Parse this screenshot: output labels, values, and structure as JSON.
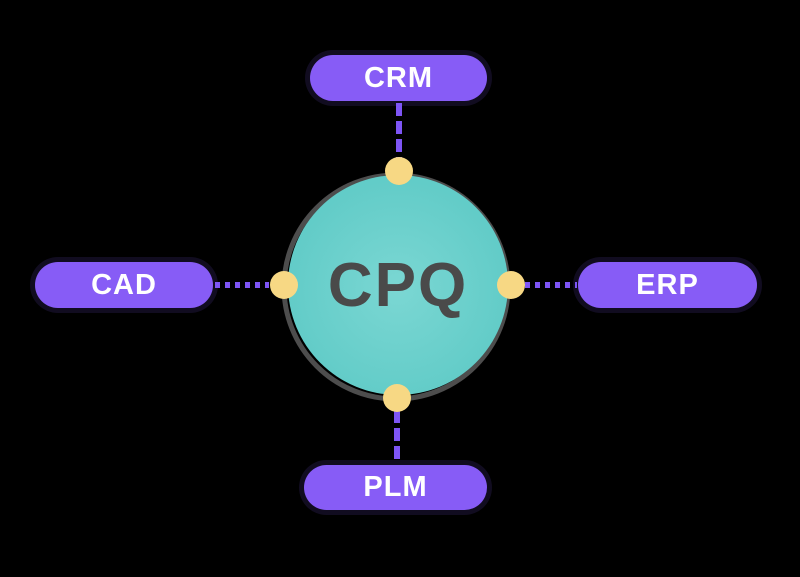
{
  "diagram": {
    "title_hint": "CPQ integration hub diagram",
    "center": {
      "label": "CPQ"
    },
    "nodes": [
      {
        "id": "crm",
        "label": "CRM",
        "position": "top"
      },
      {
        "id": "erp",
        "label": "ERP",
        "position": "right"
      },
      {
        "id": "plm",
        "label": "PLM",
        "position": "bottom"
      },
      {
        "id": "cad",
        "label": "CAD",
        "position": "left"
      }
    ],
    "connections": [
      {
        "from": "crm",
        "to": "cpq",
        "style": "dashed"
      },
      {
        "from": "erp",
        "to": "cpq",
        "style": "dashed"
      },
      {
        "from": "plm",
        "to": "cpq",
        "style": "dashed"
      },
      {
        "from": "cad",
        "to": "cpq",
        "style": "dashed"
      }
    ],
    "colors": {
      "node_fill": "#875CF6",
      "node_text": "#FFFFFF",
      "center_fill": "#5CC9C5",
      "center_fill_light": "#7BD7D3",
      "ring": "#4D4D4D",
      "center_text": "#4A4A4A",
      "connector": "#7E55F5",
      "dot": "#F7D884",
      "background": "#000000"
    }
  }
}
